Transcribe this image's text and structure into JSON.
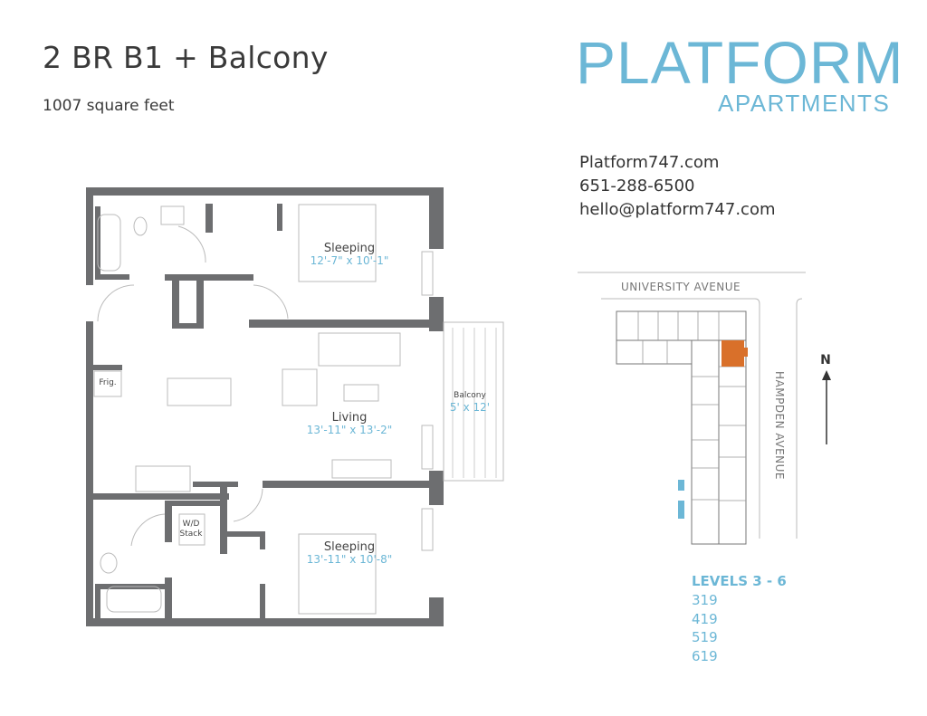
{
  "header": {
    "title": "2 BR B1 + Balcony",
    "area": "1007 square feet"
  },
  "logo": {
    "line1": "PLATFORM",
    "line2": "APARTMENTS",
    "color": "#6cb7d6"
  },
  "contact": {
    "website": "Platform747.com",
    "phone": "651-288-6500",
    "email": "hello@platform747.com"
  },
  "floorplan": {
    "rooms": [
      {
        "name": "Sleeping",
        "dims": "12'-7\" x 10'-1\""
      },
      {
        "name": "Living",
        "dims": "13'-11\" x 13'-2\""
      },
      {
        "name": "Sleeping",
        "dims": "13'-11\" x 10'-8\""
      },
      {
        "name": "Balcony",
        "dims": "5' x 12'"
      }
    ],
    "labels": {
      "fridge": "Frig.",
      "wd1": "W/D",
      "wd2": "Stack"
    },
    "wall_color": "#6d6e70"
  },
  "sitemap": {
    "street_north": "UNIVERSITY AVENUE",
    "street_east": "HAMPDEN AVENUE",
    "north_label": "N",
    "highlight_color": "#d9702a"
  },
  "units": {
    "levels_label": "LEVELS 3 - 6",
    "numbers": [
      "319",
      "419",
      "519",
      "619"
    ]
  }
}
